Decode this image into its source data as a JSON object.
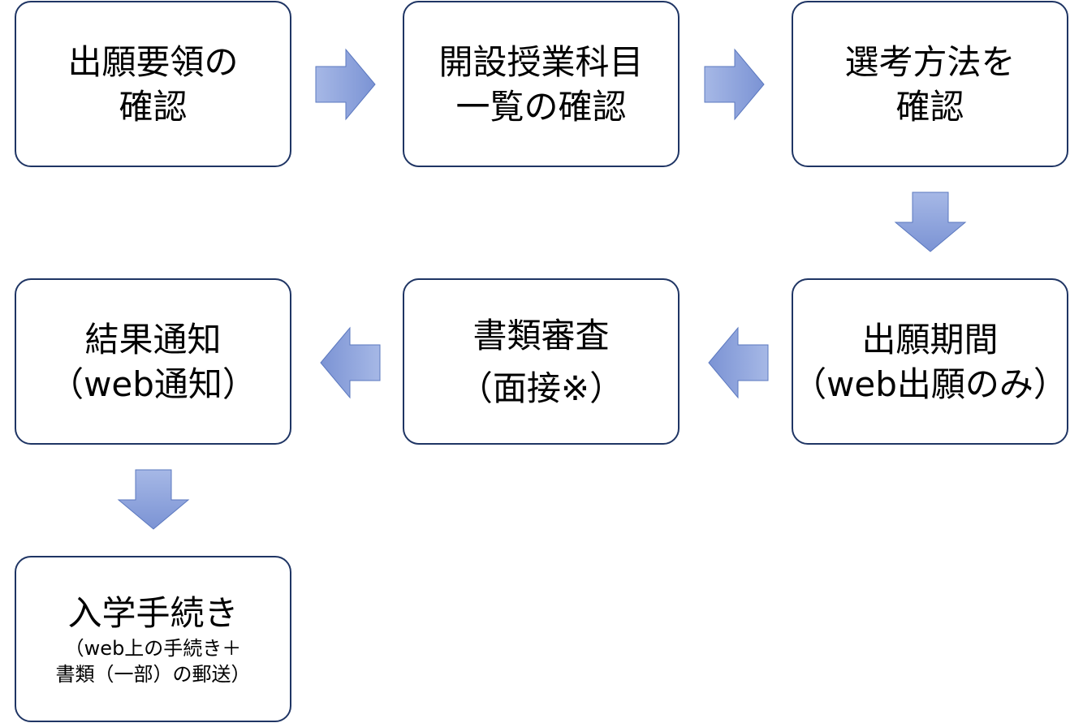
{
  "colors": {
    "box_border": "#1f3564",
    "arrow_fill_light": "#a6b8e6",
    "arrow_fill_dark": "#7b93d4",
    "arrow_stroke": "#5b78bf"
  },
  "steps": [
    {
      "lines": [
        "出願要領の",
        "確認"
      ]
    },
    {
      "lines": [
        "開設授業科目",
        "一覧の確認"
      ]
    },
    {
      "lines": [
        "選考方法を",
        "確認"
      ]
    },
    {
      "lines": [
        "出願期間",
        "（web出願のみ）"
      ]
    },
    {
      "lines": [
        "書類審査",
        "（面接※）"
      ]
    },
    {
      "lines": [
        "結果通知",
        "（web通知）"
      ]
    },
    {
      "lines": [
        "入学手続き",
        "（web上の手続き＋",
        "書類（一部）の郵送）"
      ]
    }
  ],
  "arrows": [
    {
      "from": 1,
      "to": 2,
      "direction": "right"
    },
    {
      "from": 2,
      "to": 3,
      "direction": "right"
    },
    {
      "from": 3,
      "to": 4,
      "direction": "down"
    },
    {
      "from": 4,
      "to": 5,
      "direction": "left"
    },
    {
      "from": 5,
      "to": 6,
      "direction": "left"
    },
    {
      "from": 6,
      "to": 7,
      "direction": "down"
    }
  ]
}
